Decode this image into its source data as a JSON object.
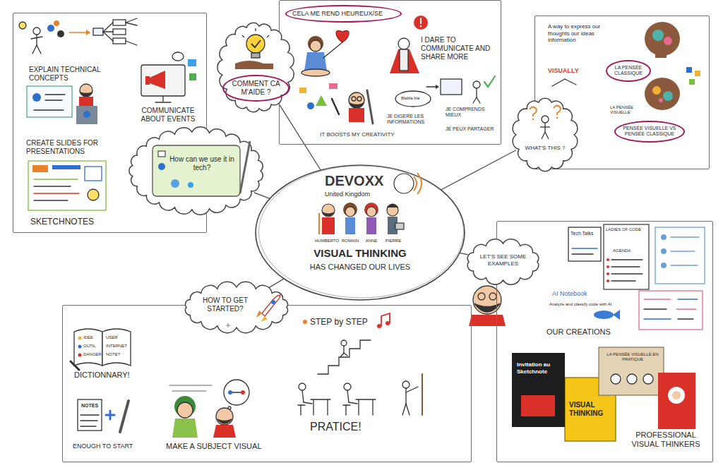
{
  "diagram": {
    "nodes": [
      {
        "text": [
          "EXPLAIN TECHNICAL CONCEPTS",
          "COMMUNICATE ABOUT EVENTS",
          "CREATE SLIDES FOR PRESENTATIONS",
          "SKETCHNOTES"
        ]
      },
      {
        "text": [
          "COMMENT CA M'AIDE ?"
        ]
      },
      {
        "text": [
          "CELA ME REND HEUREUX/SE",
          "I DARE TO COMMUNICATE AND SHARE MORE",
          "IT BOOSTS MY CREATIVITY",
          "JE DIGERE LES INFORMATIONS",
          "JE COMPRENDS MIEUX",
          "JE PEUX PARTAGER"
        ]
      },
      {
        "text": [
          "A way to express our thoughts our ideas information",
          "VISUALLY",
          "LA PENSÉE CLASSIQUE",
          "LA PENSÉE VISUELLE",
          "PENSÉE VISUELLE VS PENSÉE CLASSIQUE"
        ]
      },
      {
        "text": [
          "WHAT'S THIS ?"
        ]
      },
      {
        "text": [
          "How can we use it in tech?"
        ]
      },
      {
        "text": [
          "DEVOXX",
          "United Kingdom",
          "HUMBERTO",
          "ROMAIN",
          "ANNE",
          "PIERRE",
          "VISUAL THINKING",
          "HAS CHANGED OUR LIVES"
        ]
      },
      {
        "text": [
          "OUR CREATIONS",
          "PROFESSIONAL VISUAL THINKERS"
        ]
      },
      {
        "text": [
          "LET'S SEE SOME EXAMPLES"
        ]
      },
      {
        "text": [
          "HOW TO GET STARTED?"
        ]
      },
      {
        "text": [
          "DICTIONNARY!",
          "ENOUGH TO START",
          "MAKE A SUBJECT VISUAL",
          "STEP by STEP",
          "PRATICE!"
        ]
      }
    ],
    "edges": [
      {
        "from": 6,
        "to": 1,
        "arrow": "none"
      },
      {
        "from": 6,
        "to": 4,
        "arrow": "none"
      },
      {
        "from": 6,
        "to": 5,
        "arrow": "none"
      },
      {
        "from": 6,
        "to": 8,
        "arrow": "none"
      },
      {
        "from": 6,
        "to": 9,
        "arrow": "none"
      }
    ],
    "labels": [
      "Blabla bla",
      "Tech Talks",
      "LADIES OF CODE",
      "AGENDA",
      "AI Notebook",
      "Analyze and classify code with AI",
      "Invitation au Sketchnote",
      "LA PENSÉE VISUELLE EN PRATIQUE",
      "VISUAL THINKING",
      "IDEE",
      "OUTIL",
      "DANGER",
      "USER",
      "INTERNET",
      "NOTE?",
      "NOTES"
    ]
  }
}
